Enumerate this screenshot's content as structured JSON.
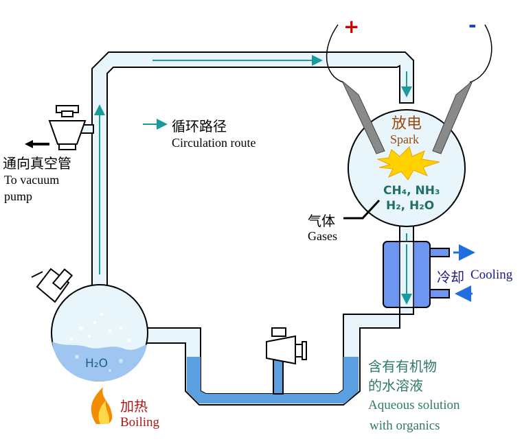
{
  "colors": {
    "tube_fill": "#e8f6fb",
    "water": "#9ec6f0",
    "liquid": "#5b9fe0",
    "arrow_teal": "#1a9a9a",
    "electrode": "#8a8a8a",
    "spark": "#ffd200",
    "condenser": "#6e96f0",
    "flame_outer": "#f28c00",
    "flame_inner": "#ffd84a",
    "plus_red": "#cc0000",
    "minus_blue": "#1a3fcc",
    "spark_label": "#9a4a10",
    "boiling_label": "#b01818",
    "cooling_label": "#1a1a80",
    "solution_label": "#2f7a6a",
    "gas_formula": "#1f6f68",
    "h2o_formula": "#1f5f80",
    "flow_arrow_blue": "#1f6fe0"
  },
  "labels": {
    "plus": "+",
    "minus": "-",
    "spark_cn": "放电",
    "spark_en": "Spark",
    "gas_formula_1": "CH₄, NH₃",
    "gas_formula_2": "H₂, H₂O",
    "gases_cn": "气体",
    "gases_en": "Gases",
    "route_cn": "循环路径",
    "route_en": "Circulation route",
    "vacuum_cn": "通向真空管",
    "vacuum_en_1": "To vacuum",
    "vacuum_en_2": "pump",
    "cooling_cn": "冷却",
    "cooling_en": "Cooling",
    "boiling_cn": "加热",
    "boiling_en": "Boiling",
    "flask_h2o": "H₂O",
    "solution_cn_1": "含有有机物",
    "solution_cn_2": "的水溶液",
    "solution_en_1": "Aqueous solution",
    "solution_en_2": "with organics"
  },
  "icons": [
    "electrode",
    "spark-burst",
    "stopcock-valve",
    "condenser-jacket",
    "flame",
    "flow-arrow"
  ]
}
